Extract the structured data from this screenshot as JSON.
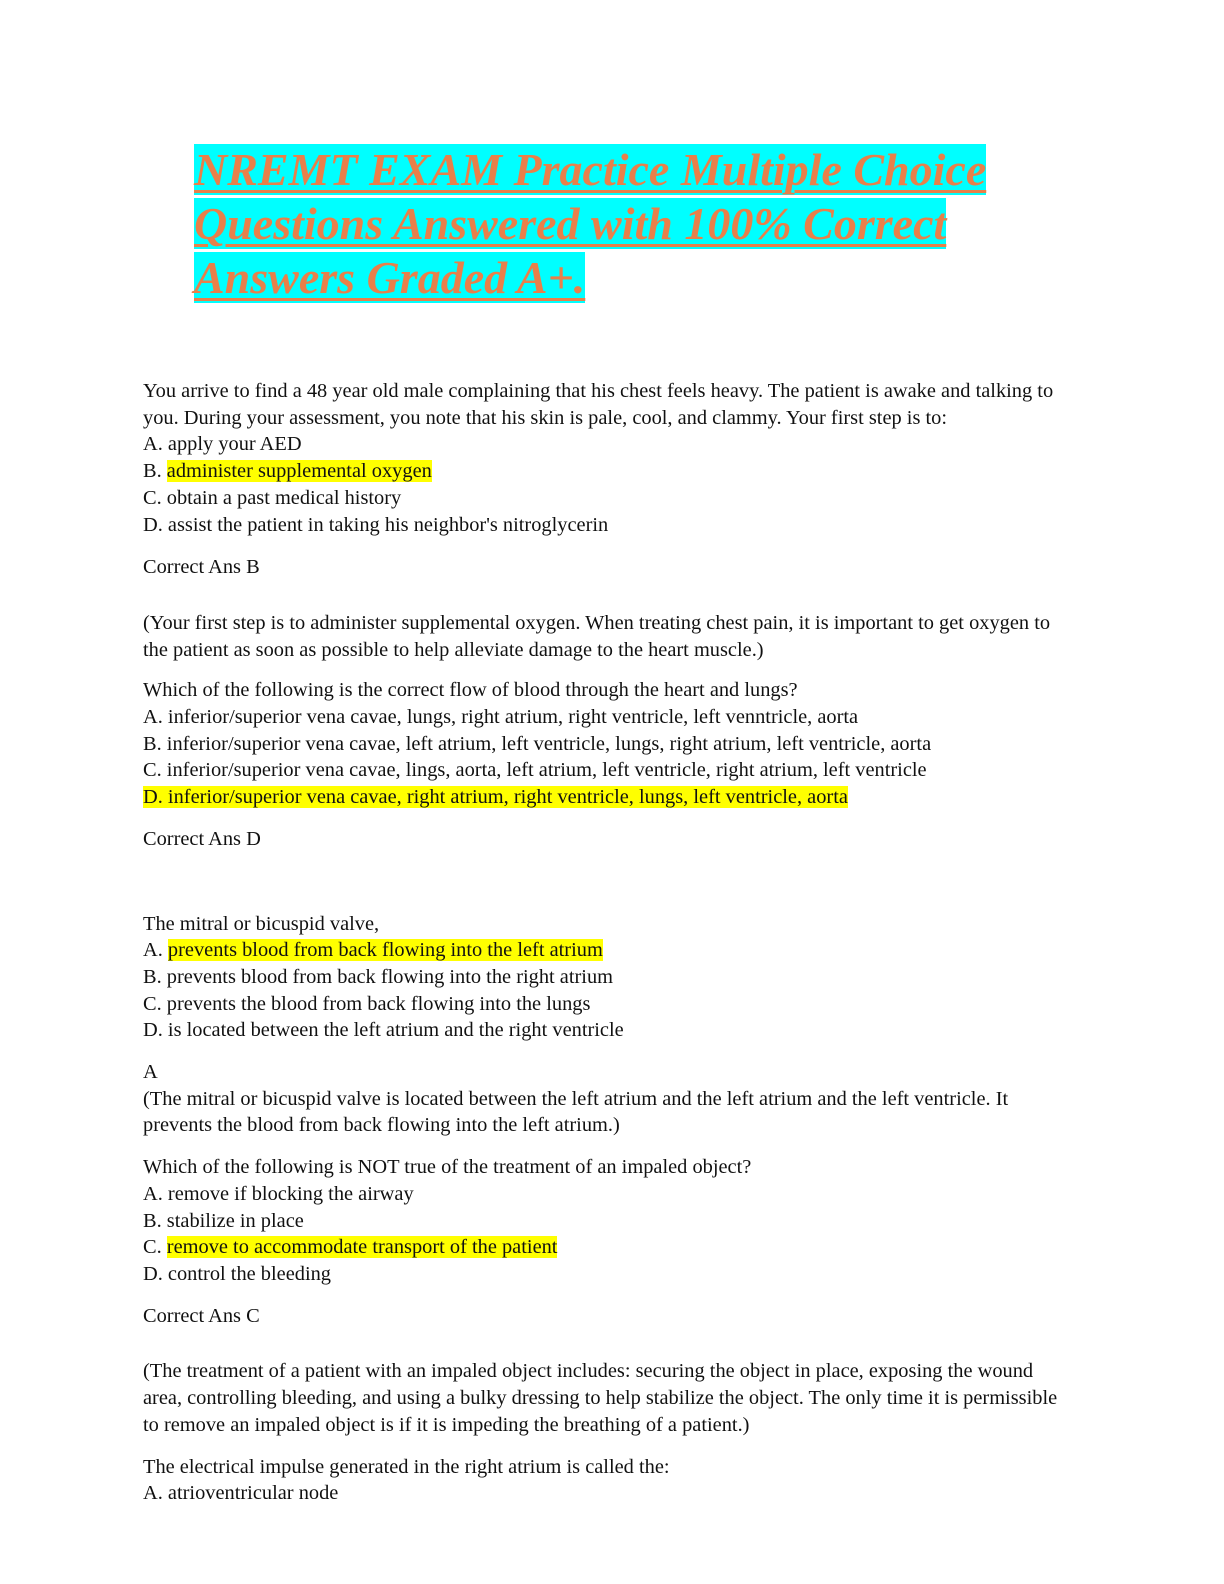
{
  "title": {
    "line1": "NREMT EXAM Practice Multiple Choice",
    "line2": "Questions Answered with 100% Correct",
    "line3": "Answers Graded A+."
  },
  "q1": {
    "question": "You arrive to find a 48 year old male complaining that his chest feels heavy. The patient is awake and talking to you. During your assessment, you note that his skin is pale, cool, and clammy. Your first step is to:",
    "option_a": "A. apply your AED",
    "option_b_prefix": "B. ",
    "option_b_text": "administer supplemental oxygen",
    "option_c": "C. obtain a past medical history",
    "option_d": "D. assist the patient in taking his neighbor's nitroglycerin",
    "answer": "Correct Ans B",
    "explanation": "(Your first step is to administer supplemental oxygen. When treating chest pain, it is important to get oxygen to the patient as soon as possible to help alleviate damage to the heart muscle.)"
  },
  "q2": {
    "question": "Which of the following is the correct flow of blood through the heart and lungs?",
    "option_a": "A. inferior/superior vena cavae, lungs, right atrium, right ventricle, left venntricle, aorta",
    "option_b": "B. inferior/superior vena cavae, left atrium, left ventricle, lungs, right atrium, left ventricle, aorta",
    "option_c": "C. inferior/superior vena cavae, lings, aorta, left atrium, left ventricle, right atrium, left ventricle",
    "option_d": "D. inferior/superior vena cavae, right atrium, right ventricle, lungs, left ventricle, aorta",
    "answer": "Correct Ans D"
  },
  "q3": {
    "question": "The mitral or bicuspid valve,",
    "option_a_prefix": "A. ",
    "option_a_text": "prevents blood from back flowing into the left atrium",
    "option_b": "B. prevents blood from back flowing into the right atrium",
    "option_c": "C. prevents the blood from back flowing into the lungs",
    "option_d": "D. is located between the left atrium and the right ventricle",
    "answer": "A",
    "explanation": "(The mitral or bicuspid valve is located between the left atrium and the left atrium and the left ventricle. It prevents the blood from back flowing into the left atrium.)"
  },
  "q4": {
    "question": "Which of the following is NOT true of the treatment of an impaled object?",
    "option_a": "A. remove if blocking the airway",
    "option_b": "B. stabilize in place",
    "option_c_prefix": "C. ",
    "option_c_text": "remove to accommodate transport of the patient",
    "option_d": "D. control the bleeding",
    "answer": "Correct Ans C",
    "explanation": "(The treatment of a patient with an impaled object includes: securing the object in place, exposing the wound area, controlling bleeding, and using a bulky dressing to help stabilize the object. The only time it is permissible to remove an impaled object is if it is impeding the breathing of a patient.)"
  },
  "q5": {
    "question": "The electrical impulse generated in the right atrium is called the:",
    "option_a": "A. atrioventricular node"
  }
}
